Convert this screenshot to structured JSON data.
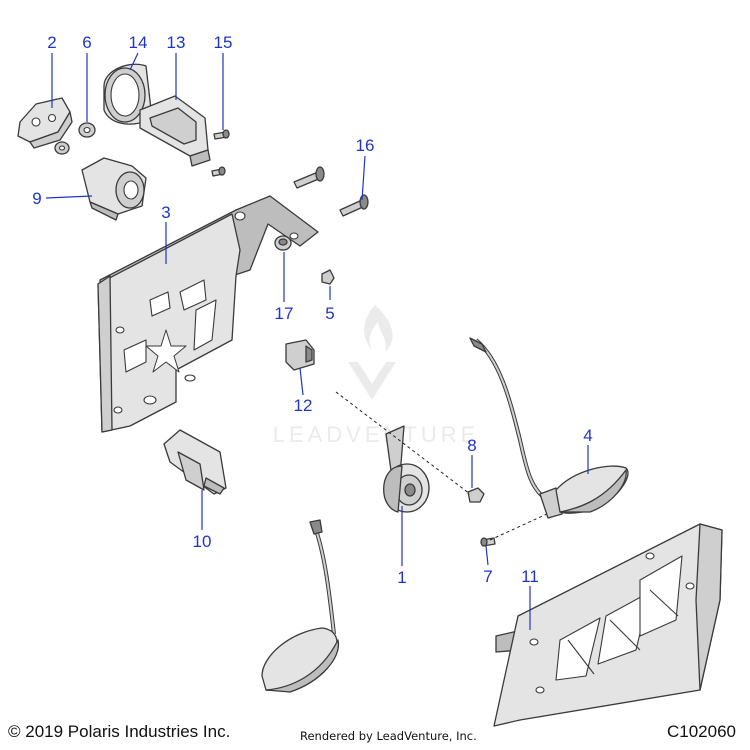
{
  "callouts": {
    "c1": "1",
    "c2": "2",
    "c3": "3",
    "c4": "4",
    "c5": "5",
    "c6": "6",
    "c7": "7",
    "c8": "8",
    "c9": "9",
    "c10": "10",
    "c11": "11",
    "c12": "12",
    "c13": "13",
    "c14": "14",
    "c15": "15",
    "c16": "16",
    "c17": "17"
  },
  "watermark": "LEADVENTURE",
  "footer": {
    "copyright": "© 2019 Polaris Industries Inc.",
    "rendered_by": "Rendered by LeadVenture, Inc.",
    "code": "C102060"
  },
  "colors": {
    "callout": "#1f35c9",
    "line_art": "#3a3a3a",
    "watermark": "#d9d9d9"
  }
}
